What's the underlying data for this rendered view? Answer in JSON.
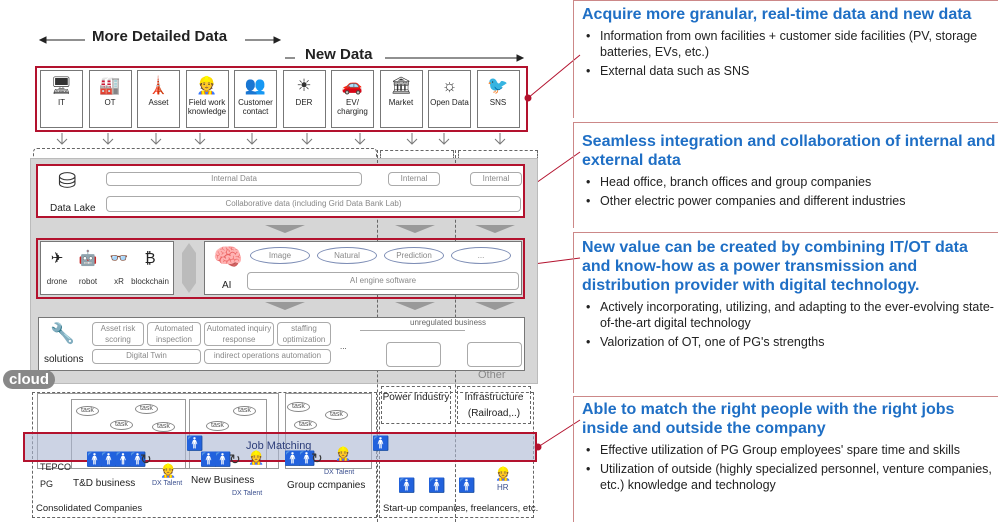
{
  "header": {
    "more_detailed": "More Detailed Data",
    "new_data": "New Data"
  },
  "sources": [
    {
      "label": "IT",
      "icon": "monitor-icon"
    },
    {
      "label": "OT",
      "icon": "factory-icon"
    },
    {
      "label": "Asset",
      "icon": "transmission-tower-icon"
    },
    {
      "label": "Field work knowledge",
      "icon": "worker-icon"
    },
    {
      "label": "Customer contact",
      "icon": "customer-icon"
    },
    {
      "label": "DER",
      "icon": "solar-panel-icon"
    },
    {
      "label": "EV/ charging",
      "icon": "ev-car-icon"
    },
    {
      "label": "Market",
      "icon": "bank-icon"
    },
    {
      "label": "Open Data",
      "icon": "weather-icon"
    },
    {
      "label": "SNS",
      "icon": "social-icon"
    }
  ],
  "data_lake": {
    "label": "Data Lake",
    "internal_data": "Internal Data",
    "internal1": "Internal",
    "internal2": "Internal",
    "collab": "Collaborative data (including Grid Data Bank Lab)"
  },
  "tech": {
    "items": [
      "drone",
      "robot",
      "xR",
      "blockchain"
    ],
    "ai": "AI",
    "engines": [
      "Image",
      "Natural",
      "Prediction",
      "..."
    ],
    "engine_software": "AI engine software"
  },
  "solutions": {
    "label": "solutions",
    "items": [
      "Asset risk scoring",
      "Automated inspection",
      "Automated inquiry response",
      "staffing optimization"
    ],
    "digital_twin": "Digital Twin",
    "indirect": "indirect operations automation",
    "ellipsis": "...",
    "unregulated": "unregulated business",
    "other": "Other"
  },
  "cloud": "cloud",
  "sectors": {
    "power": "Power Industry",
    "infra": "Infrastructure (Railroad,..)"
  },
  "bottom": {
    "job_matching": "Job Matching",
    "tepco": "TEPCO",
    "pg": "PG",
    "td": "T&D business",
    "new_business": "New Business",
    "group": "Group ccmpanies",
    "dx1": "DX Talent",
    "dx2": "DX Talent",
    "dx3": "DX Talent",
    "task": "task",
    "hr": "HR",
    "consolidated": "Consolidated Companies",
    "startups": "Start-up companies, freelancers, etc."
  },
  "panels": [
    {
      "title": "Acquire more granular, real-time data and new data",
      "bullets": [
        "Information from own facilities + customer side facilities (PV, storage batteries, EVs, etc.)",
        "External data such as SNS"
      ]
    },
    {
      "title": "Seamless integration and collaboration of internal and external data",
      "bullets": [
        "Head office, branch offices and group companies",
        "Other electric power companies and different industries"
      ]
    },
    {
      "title": "New value can be created by combining IT/OT data and know-how as a power transmission and distribution provider with digital technology.",
      "bullets": [
        "Actively incorporating, utilizing, and adapting to the ever-evolving state-of-the-art digital technology",
        "Valorization of OT, one of PG's strengths"
      ]
    },
    {
      "title": "Able to match the right people with the right jobs inside and outside the company",
      "bullets": [
        "Effective utilization of PG Group employees' spare time and skills",
        "Utilization of outside (highly specialized personnel, venture companies, etc.) knowledge and technology"
      ]
    }
  ],
  "colors": {
    "accent": "#b3122e",
    "heading": "#1f6fc5",
    "cloud_bg": "#d6d6d6",
    "band": "#c9cfe0"
  }
}
